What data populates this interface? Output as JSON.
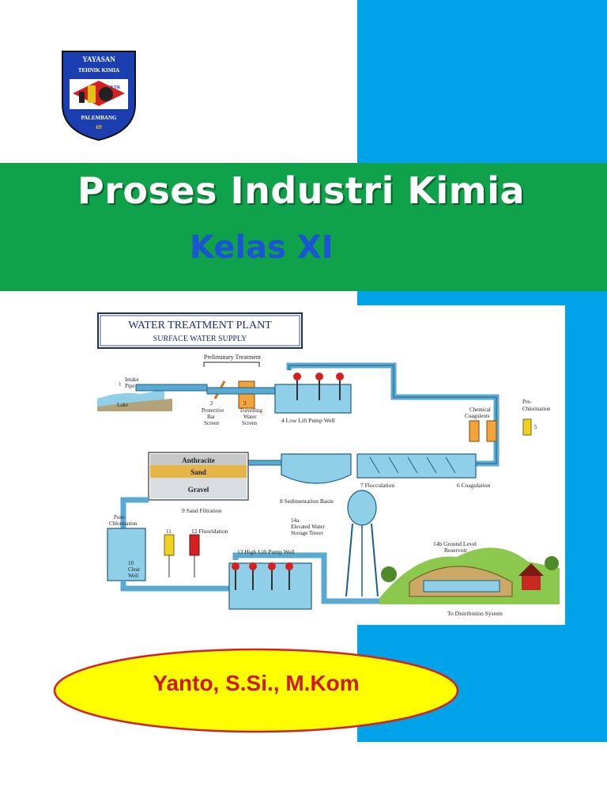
{
  "colors": {
    "accent_blue": "#00a3e8",
    "band_green": "#10a24a",
    "subtitle_blue": "#1a55d6",
    "ellipse_yellow": "#ffff00",
    "author_red": "#cc1a1a"
  },
  "logo": {
    "top_text": "YAYASAN",
    "sub_text": "TEHNIK KIMIA",
    "mid_text": "YTK",
    "city_text": "PALEMBANG",
    "number_text": "69"
  },
  "cover": {
    "title": "Proses Industri Kimia",
    "subtitle": "Kelas XI"
  },
  "diagram": {
    "title": "WATER TREATMENT PLANT",
    "subtitle": "SURFACE WATER SUPPLY",
    "labels": {
      "preliminary": "Preliminary Treatment",
      "intake_num": "1",
      "intake_1": "Intake",
      "intake_2": "Pipe",
      "lake": "Lake",
      "bar_num": "2",
      "bar_1": "Protective",
      "bar_2": "Bar",
      "bar_3": "Screen",
      "trav_num": "3",
      "trav_1": "Travelling",
      "trav_2": "Water",
      "trav_3": "Screen",
      "low_lift": "4 Low Lift Pump Well",
      "chem_1": "Chemical",
      "chem_2": "Coagulents",
      "prechl_1": "Pre-",
      "prechl_2": "Chlorination",
      "prechl_num": "5",
      "anthracite": "Anthracite",
      "sand": "Sand",
      "gravel": "Gravel",
      "flocculation": "7 Flocculation",
      "coagulation": "6 Coagulation",
      "sedimentation": "8 Sedimentation Basin",
      "sand_filtration": "9 Sand Filtration",
      "post_1": "Post-",
      "post_2": "Chlorination",
      "fluor_num": "11",
      "fluoridation": "12 Fluoridation",
      "tower_1": "14a",
      "tower_2": "Elevated Water",
      "tower_3": "Storage Tower",
      "clear_1": "10",
      "clear_2": "Clear",
      "clear_3": "Well",
      "high_lift": "13 High Lift Pump Well",
      "reservoir_1": "14b Ground Level",
      "reservoir_2": "Reservoir",
      "distribution": "To Distribution System"
    }
  },
  "author": {
    "name": "Yanto, S.Si., M.Kom"
  }
}
